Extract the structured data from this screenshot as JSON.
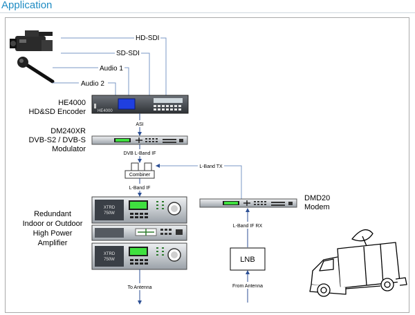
{
  "page": {
    "title": "Application"
  },
  "sources": {
    "hd_sdi": "HD-SDI",
    "sd_sdi": "SD-SDI",
    "audio1": "Audio 1",
    "audio2": "Audio 2"
  },
  "encoder": {
    "name_line1": "HE4000",
    "name_line2": "HD&SD Encoder",
    "panel_text": "HE4000"
  },
  "modulator": {
    "name_line1": "DM240XR",
    "name_line2": "DVB-S2 / DVB-S",
    "name_line3": "Modulator"
  },
  "signals": {
    "asi": "ASI",
    "dvb_lband_if": "DVB L-Band IF",
    "combiner": "Combiner",
    "lband_if": "L-Band IF",
    "lband_tx": "L-Band TX",
    "lband_if_rx": "L-Band IF RX",
    "to_antenna": "To Antenna",
    "from_antenna": "From Antenna"
  },
  "amplifier": {
    "name_line1": "Redundant",
    "name_line2": "Indoor or Outdoor",
    "name_line3": "High Power",
    "name_line4": "Amplifier",
    "panel_text_line1": "XTRD",
    "panel_text_line2": "750W"
  },
  "modem": {
    "name_line1": "DMD20",
    "name_line2": "Modem"
  },
  "lnb": {
    "label": "LNB"
  },
  "colors": {
    "title": "#1e8bc3",
    "wire": "#7a97c4",
    "wire_dark": "#2c4f94",
    "lcd_green": "#3fe03f",
    "lcd_blue": "#1f3fe0"
  }
}
